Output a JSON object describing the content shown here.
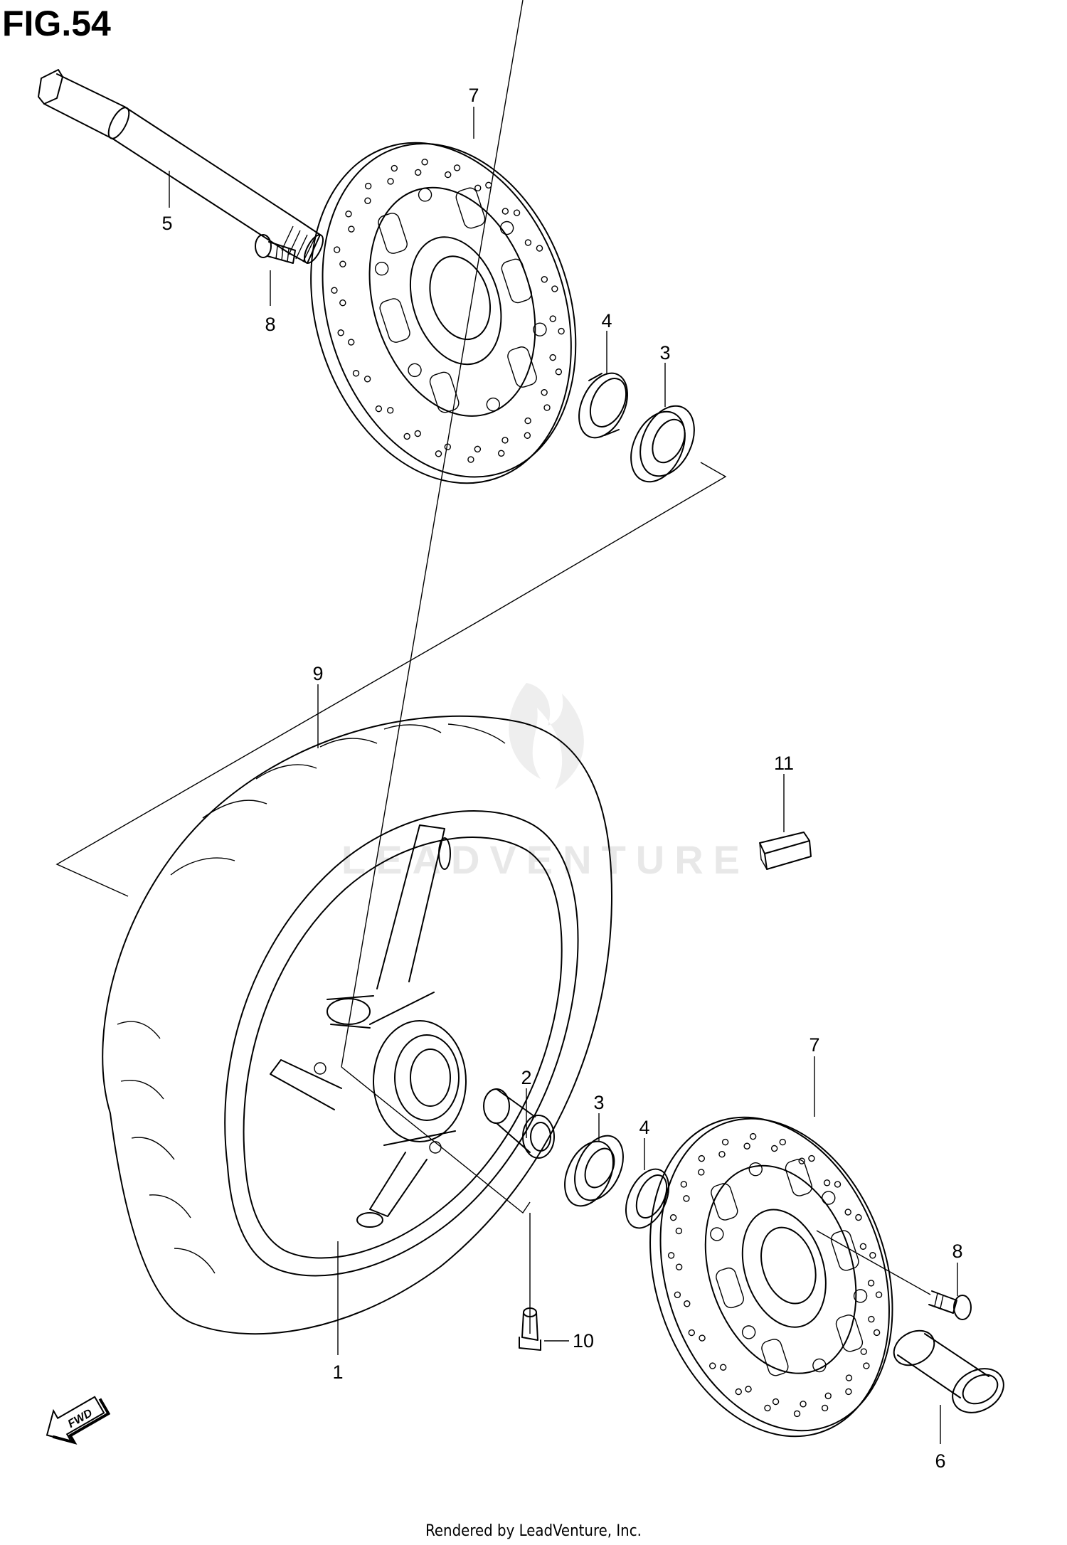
{
  "figure": {
    "title": "FIG.54",
    "footer": "Rendered by LeadVenture, Inc."
  },
  "watermark": "LEADVENTURE",
  "callouts": [
    {
      "id": "c1",
      "label": "1"
    },
    {
      "id": "c2",
      "label": "2"
    },
    {
      "id": "c3a",
      "label": "3"
    },
    {
      "id": "c3b",
      "label": "3"
    },
    {
      "id": "c4a",
      "label": "4"
    },
    {
      "id": "c4b",
      "label": "4"
    },
    {
      "id": "c5",
      "label": "5"
    },
    {
      "id": "c6",
      "label": "6"
    },
    {
      "id": "c7a",
      "label": "7"
    },
    {
      "id": "c7b",
      "label": "7"
    },
    {
      "id": "c8a",
      "label": "8"
    },
    {
      "id": "c8b",
      "label": "8"
    },
    {
      "id": "c9",
      "label": "9"
    },
    {
      "id": "c10",
      "label": "10"
    },
    {
      "id": "c11",
      "label": "11"
    }
  ],
  "fwd_label": "FWD"
}
